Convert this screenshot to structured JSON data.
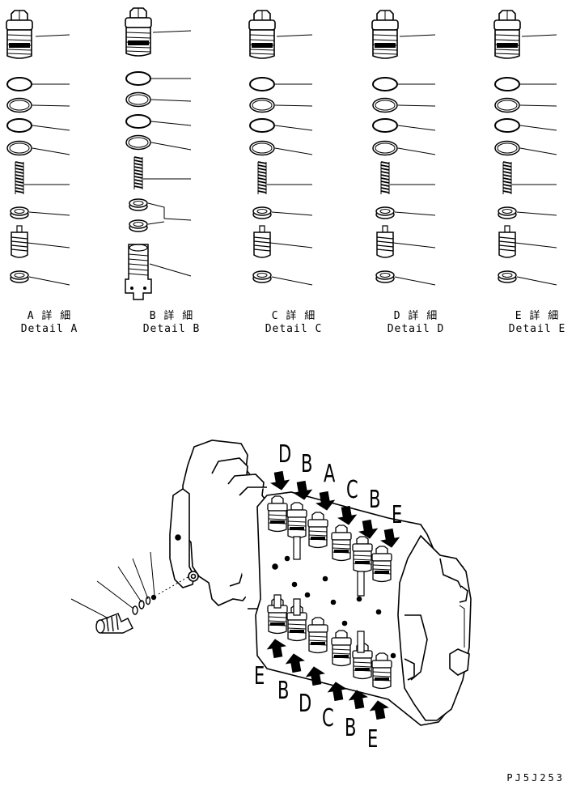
{
  "details": [
    {
      "jp": "A 詳 細",
      "en": "Detail A"
    },
    {
      "jp": "B 詳 細",
      "en": "Detail B"
    },
    {
      "jp": "C 詳 細",
      "en": "Detail C"
    },
    {
      "jp": "D 詳 細",
      "en": "Detail D"
    },
    {
      "jp": "E 詳 細",
      "en": "Detail E"
    }
  ],
  "arrow_labels": {
    "top": [
      "D",
      "B",
      "A",
      "C",
      "B",
      "E"
    ],
    "bottom": [
      "E",
      "B",
      "D",
      "C",
      "B",
      "E"
    ]
  },
  "drawing_code": "PJ5J253"
}
